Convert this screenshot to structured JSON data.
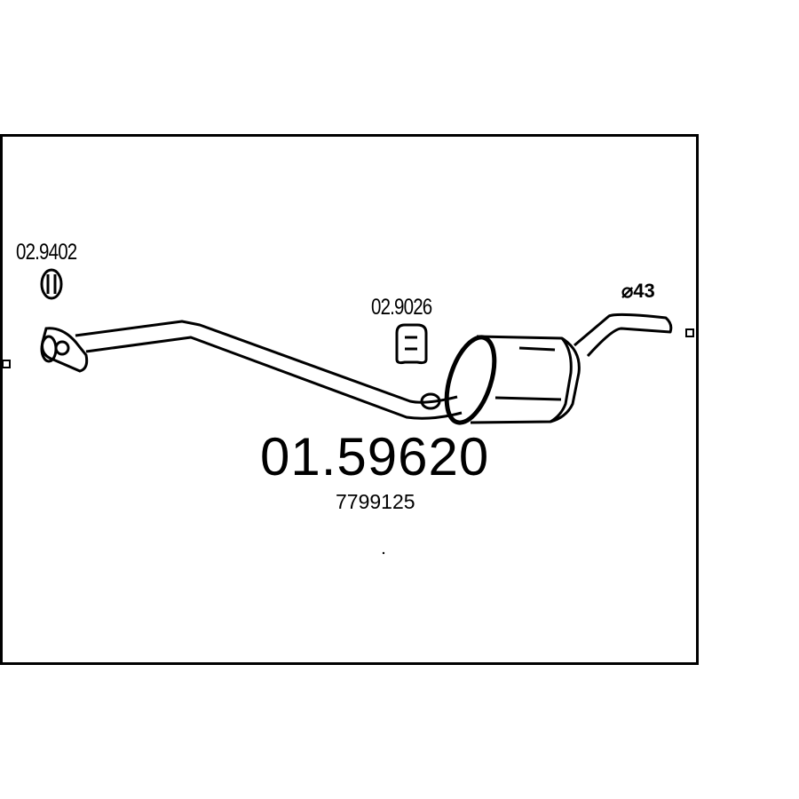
{
  "diagram": {
    "main_part_number": "01.59620",
    "oem_number": "7799125",
    "gasket_part_number": "02.9402",
    "hanger_part_number": "02.9026",
    "pipe_diameter_label": "⌀43",
    "line_color": "#000000",
    "background_color": "#ffffff"
  }
}
